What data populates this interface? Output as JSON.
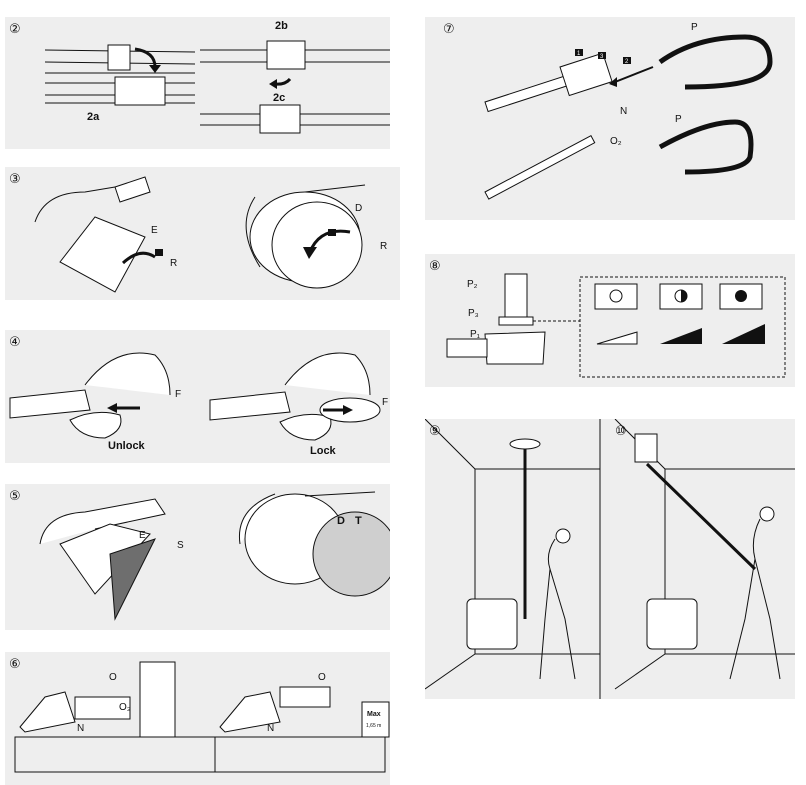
{
  "steps": {
    "s2": "②",
    "s3": "③",
    "s4": "④",
    "s5": "⑤",
    "s6": "⑥",
    "s7": "⑦",
    "s8": "⑧",
    "s9": "⑨",
    "s10": "⑩"
  },
  "panel2": {
    "a": "2a",
    "b": "2b",
    "c": "2c"
  },
  "panel3": {
    "e": "E",
    "r1": "R",
    "d": "D",
    "r2": "R"
  },
  "panel4": {
    "f1": "F",
    "unlock": "Unlock",
    "f2": "F",
    "lock": "Lock"
  },
  "panel5": {
    "e": "E",
    "s": "S",
    "d": "D",
    "t": "T"
  },
  "panel6": {
    "o1": "O",
    "o3": "O₃",
    "n1": "N",
    "o2": "O",
    "n2": "N",
    "max": "Max",
    "maxval": "1,65 m"
  },
  "panel7": {
    "p1": "P",
    "n": "N",
    "o2": "O₂",
    "p2": "P",
    "b1": "1",
    "b2": "2",
    "b3": "3"
  },
  "panel8": {
    "p2": "P₂",
    "p3": "P₃",
    "p1": "P₁"
  },
  "colors": {
    "panel_bg": "#eeeeee",
    "ink": "#111111",
    "triangle": "#6e6e6e",
    "disc": "#cfcfcf"
  }
}
